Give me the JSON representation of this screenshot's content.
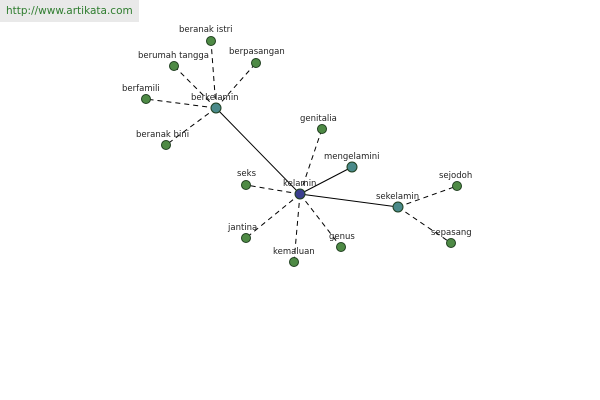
{
  "watermark": "http://www.artikata.com",
  "colors": {
    "center": "#3b3f8f",
    "branch": "#4a8a8a",
    "leaf": "#4e8a45"
  },
  "nodes": [
    {
      "id": "kelamin",
      "label": "kelamin",
      "kind": "center"
    },
    {
      "id": "berkelamin",
      "label": "berkelamin",
      "kind": "branch"
    },
    {
      "id": "mengelamini",
      "label": "mengelamini",
      "kind": "branch"
    },
    {
      "id": "sekelamin",
      "label": "sekelamin",
      "kind": "branch"
    },
    {
      "id": "beranak-istri",
      "label": "beranak istri",
      "kind": "leaf"
    },
    {
      "id": "berumah-tangga",
      "label": "berumah tangga",
      "kind": "leaf"
    },
    {
      "id": "berpasangan",
      "label": "berpasangan",
      "kind": "leaf"
    },
    {
      "id": "berfamili",
      "label": "berfamili",
      "kind": "leaf"
    },
    {
      "id": "beranak-bini",
      "label": "beranak bini",
      "kind": "leaf"
    },
    {
      "id": "genitalia",
      "label": "genitalia",
      "kind": "leaf"
    },
    {
      "id": "seks",
      "label": "seks",
      "kind": "leaf"
    },
    {
      "id": "jantina",
      "label": "jantina",
      "kind": "leaf"
    },
    {
      "id": "kemaluan",
      "label": "kemaluan",
      "kind": "leaf"
    },
    {
      "id": "genus",
      "label": "genus",
      "kind": "leaf"
    },
    {
      "id": "sejodoh",
      "label": "sejodoh",
      "kind": "leaf"
    },
    {
      "id": "sepasang",
      "label": "sepasang",
      "kind": "leaf"
    }
  ],
  "edges": [
    {
      "from": "kelamin",
      "to": "berkelamin",
      "style": "solid"
    },
    {
      "from": "kelamin",
      "to": "mengelamini",
      "style": "solid"
    },
    {
      "from": "kelamin",
      "to": "sekelamin",
      "style": "solid"
    },
    {
      "from": "kelamin",
      "to": "genitalia",
      "style": "dashed"
    },
    {
      "from": "kelamin",
      "to": "seks",
      "style": "dashed"
    },
    {
      "from": "kelamin",
      "to": "jantina",
      "style": "dashed"
    },
    {
      "from": "kelamin",
      "to": "kemaluan",
      "style": "dashed"
    },
    {
      "from": "kelamin",
      "to": "genus",
      "style": "dashed"
    },
    {
      "from": "berkelamin",
      "to": "beranak-istri",
      "style": "dashed"
    },
    {
      "from": "berkelamin",
      "to": "berumah-tangga",
      "style": "dashed"
    },
    {
      "from": "berkelamin",
      "to": "berpasangan",
      "style": "dashed"
    },
    {
      "from": "berkelamin",
      "to": "berfamili",
      "style": "dashed"
    },
    {
      "from": "berkelamin",
      "to": "beranak-bini",
      "style": "dashed"
    },
    {
      "from": "sekelamin",
      "to": "sejodoh",
      "style": "dashed"
    },
    {
      "from": "sekelamin",
      "to": "sepasang",
      "style": "dashed"
    }
  ]
}
